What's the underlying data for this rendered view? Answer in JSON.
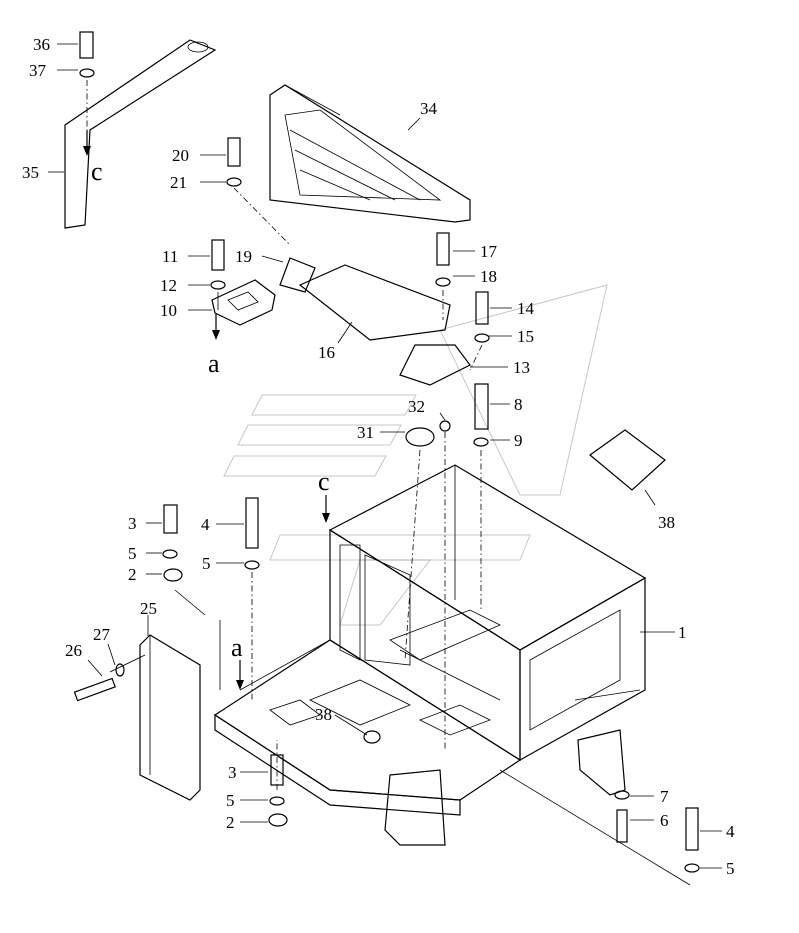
{
  "callouts": {
    "p1": "1",
    "p2a": "2",
    "p2b": "2",
    "p3a": "3",
    "p3b": "3",
    "p4a": "4",
    "p4b": "4",
    "p5a": "5",
    "p5b": "5",
    "p5c": "5",
    "p5d": "5",
    "p6": "6",
    "p7": "7",
    "p8": "8",
    "p9": "9",
    "p10": "10",
    "p11": "11",
    "p12": "12",
    "p13": "13",
    "p14": "14",
    "p15": "15",
    "p16": "16",
    "p17": "17",
    "p18": "18",
    "p19": "19",
    "p20": "20",
    "p21": "21",
    "p25": "25",
    "p26": "26",
    "p27": "27",
    "p31": "31",
    "p32": "32",
    "p34": "34",
    "p35": "35",
    "p36": "36",
    "p37": "37",
    "p38a": "38",
    "p38b": "38"
  },
  "view_markers": {
    "a_top": "a",
    "a_frame": "a",
    "c_left": "c",
    "c_frame": "c"
  }
}
